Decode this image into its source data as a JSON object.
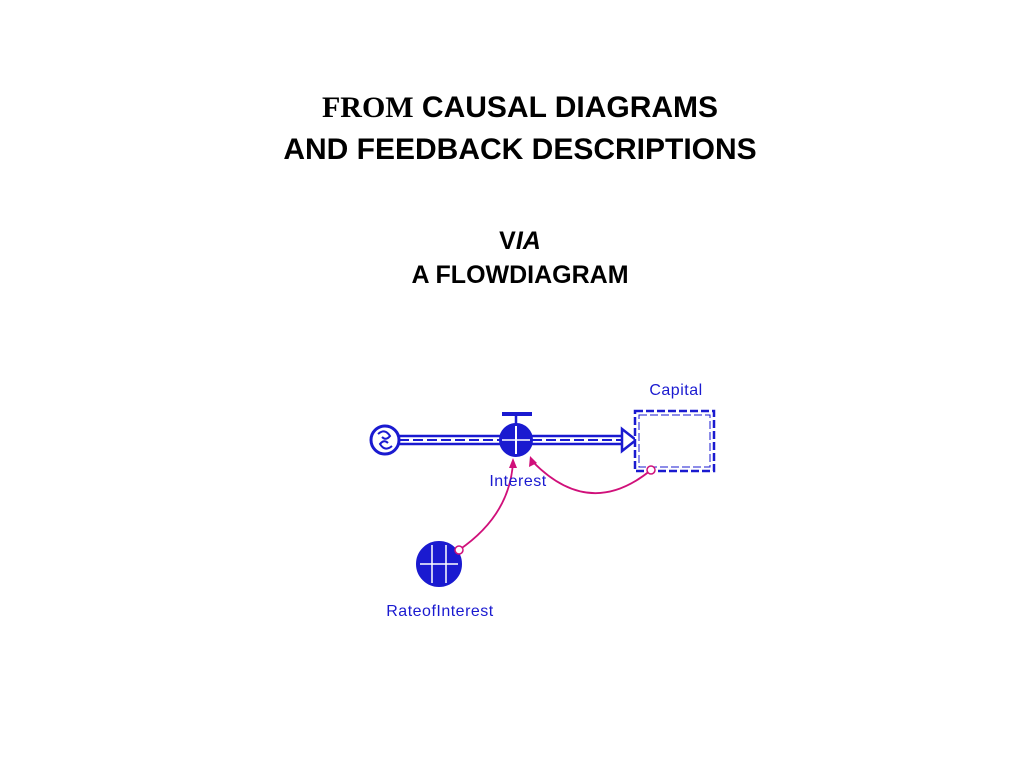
{
  "title": {
    "line1_prefix": "FROM",
    "line1_rest": " CAUSAL DIAGRAMS",
    "line2": "AND  FEEDBACK DESCRIPTIONS"
  },
  "subtitle": {
    "via_v": "V",
    "via_ia": "IA",
    "line2": "A  FLOWDIAGRAM"
  },
  "diagram": {
    "stock_label": "Capital",
    "flow_label": "Interest",
    "converter_label": "RateofInterest",
    "colors": {
      "element": "#1a1ad0",
      "connector": "#d0107a"
    }
  }
}
